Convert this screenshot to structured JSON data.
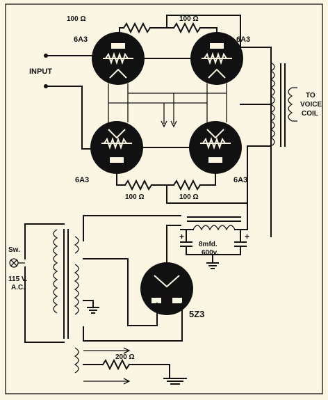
{
  "labels": {
    "input": "INPUT",
    "output_line1": "TO",
    "output_line2": "VOICE",
    "output_line3": "COIL",
    "sw": "Sw.",
    "mains_v": "115 V.",
    "mains_ac": "A.C.",
    "cap_value": "8mfd.",
    "cap_voltage": "600v.",
    "rectifier": "5Z3",
    "r_top_left": "100 Ω",
    "r_top_right": "100 Ω",
    "r_bot_left": "100 Ω",
    "r_bot_right": "100 Ω",
    "r_hum": "200 Ω"
  },
  "tubes": [
    {
      "id": "tube-top-left",
      "label": "6A3"
    },
    {
      "id": "tube-top-right",
      "label": "6A3"
    },
    {
      "id": "tube-bottom-left",
      "label": "6A3"
    },
    {
      "id": "tube-bottom-right",
      "label": "6A3"
    }
  ],
  "colors": {
    "ink": "#111111",
    "paper": "#fbf6e4"
  }
}
